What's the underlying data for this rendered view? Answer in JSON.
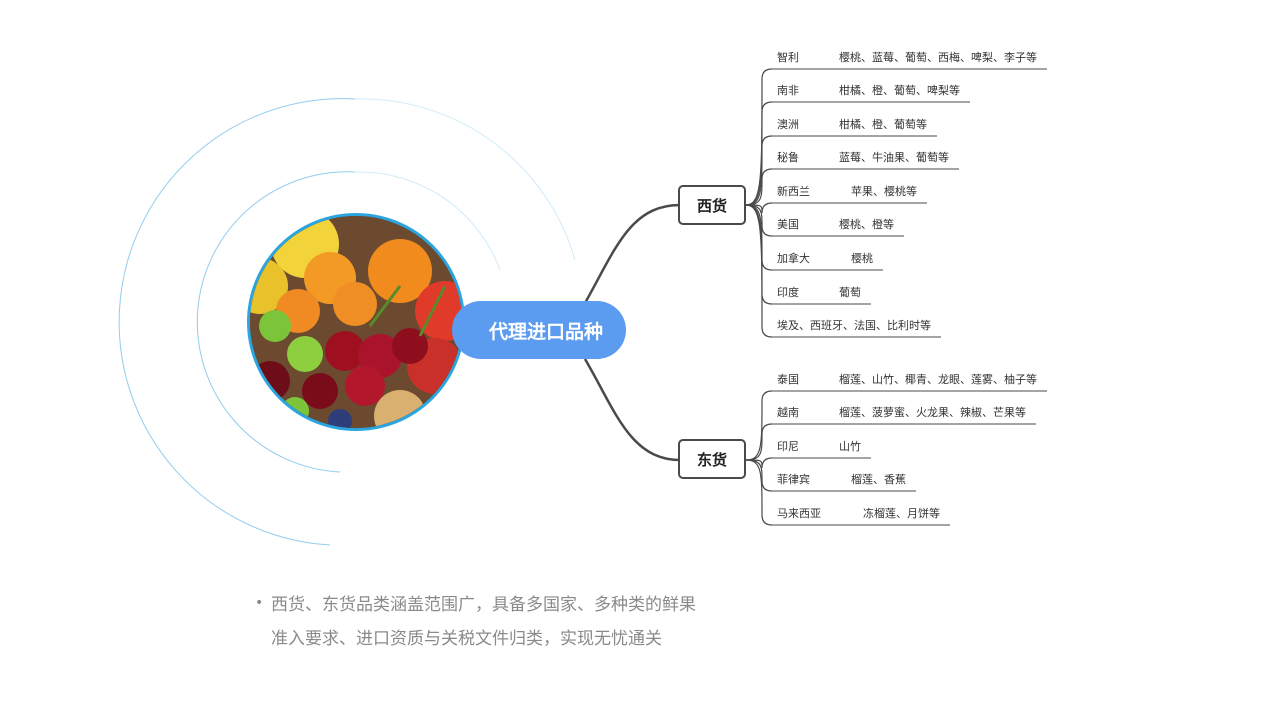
{
  "central": {
    "label": "代理进口品种"
  },
  "branches": [
    {
      "label": "西货",
      "leaves": [
        {
          "country": "智利",
          "fruits": "樱桃、蓝莓、葡萄、西梅、啤梨、李子等"
        },
        {
          "country": "南非",
          "fruits": "柑橘、橙、葡萄、啤梨等"
        },
        {
          "country": "澳洲",
          "fruits": "柑橘、橙、葡萄等"
        },
        {
          "country": "秘鲁",
          "fruits": "蓝莓、牛油果、葡萄等"
        },
        {
          "country": "新西兰",
          "fruits": "苹果、樱桃等"
        },
        {
          "country": "美国",
          "fruits": "樱桃、橙等"
        },
        {
          "country": "加拿大",
          "fruits": "樱桃"
        },
        {
          "country": "印度",
          "fruits": "葡萄"
        },
        {
          "country": "埃及、西班牙、法国、比利时等",
          "fruits": ""
        }
      ]
    },
    {
      "label": "东货",
      "leaves": [
        {
          "country": "泰国",
          "fruits": "榴莲、山竹、椰青、龙眼、莲雾、柚子等"
        },
        {
          "country": "越南",
          "fruits": "榴莲、菠萝蜜、火龙果、辣椒、芒果等"
        },
        {
          "country": "印尼",
          "fruits": "山竹"
        },
        {
          "country": "菲律宾",
          "fruits": "榴莲、香蕉"
        },
        {
          "country": "马来西亚",
          "fruits": "冻榴莲、月饼等"
        }
      ]
    }
  ],
  "summary": {
    "line1": "西货、东货品类涵盖范围广，具备多国家、多种类的鲜果",
    "line2": "准入要求、进口资质与关税文件归类，实现无忧通关"
  },
  "colors": {
    "central_fill": "#5b9bf0",
    "photo_ring": "#2aa5e0",
    "orbit_line": "#7fc4ec",
    "connector": "#4a4a4a",
    "summary_text": "#8a8a8a"
  },
  "icons": {
    "bullet": "bullet-dot-icon",
    "photo": "fruit-photo"
  }
}
